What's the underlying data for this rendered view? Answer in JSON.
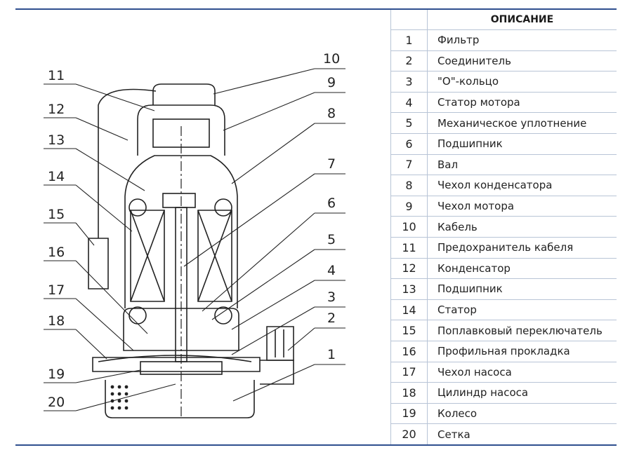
{
  "table": {
    "header": "ОПИСАНИЕ",
    "rows": [
      {
        "num": "1",
        "name": "Фильтр"
      },
      {
        "num": "2",
        "name": "Соединитель"
      },
      {
        "num": "3",
        "name": "\"О\"-кольцо"
      },
      {
        "num": "4",
        "name": "Статор мотора"
      },
      {
        "num": "5",
        "name": "Механическое уплотнение"
      },
      {
        "num": "6",
        "name": "Подшипник"
      },
      {
        "num": "7",
        "name": "Вал"
      },
      {
        "num": "8",
        "name": "Чехол конденсатора"
      },
      {
        "num": "9",
        "name": "Чехол мотора"
      },
      {
        "num": "10",
        "name": "Кабель"
      },
      {
        "num": "11",
        "name": "Предохранитель кабеля"
      },
      {
        "num": "12",
        "name": "Конденсатор"
      },
      {
        "num": "13",
        "name": "Подшипник"
      },
      {
        "num": "14",
        "name": "Статор"
      },
      {
        "num": "15",
        "name": "Поплавковый переключатель"
      },
      {
        "num": "16",
        "name": "Профильная прокладка"
      },
      {
        "num": "17",
        "name": "Чехол насоса"
      },
      {
        "num": "18",
        "name": "Цилиндр насоса"
      },
      {
        "num": "19",
        "name": "Колесо"
      },
      {
        "num": "20",
        "name": "Сетка"
      }
    ]
  },
  "callouts": {
    "left": [
      "11",
      "12",
      "13",
      "14",
      "15",
      "16",
      "17",
      "18",
      "19",
      "20"
    ],
    "right": [
      "10",
      "9",
      "8",
      "7",
      "6",
      "5",
      "4",
      "3",
      "2",
      "1"
    ]
  },
  "colors": {
    "rule": "#2f4f8f",
    "grid": "#b8c4d6"
  }
}
